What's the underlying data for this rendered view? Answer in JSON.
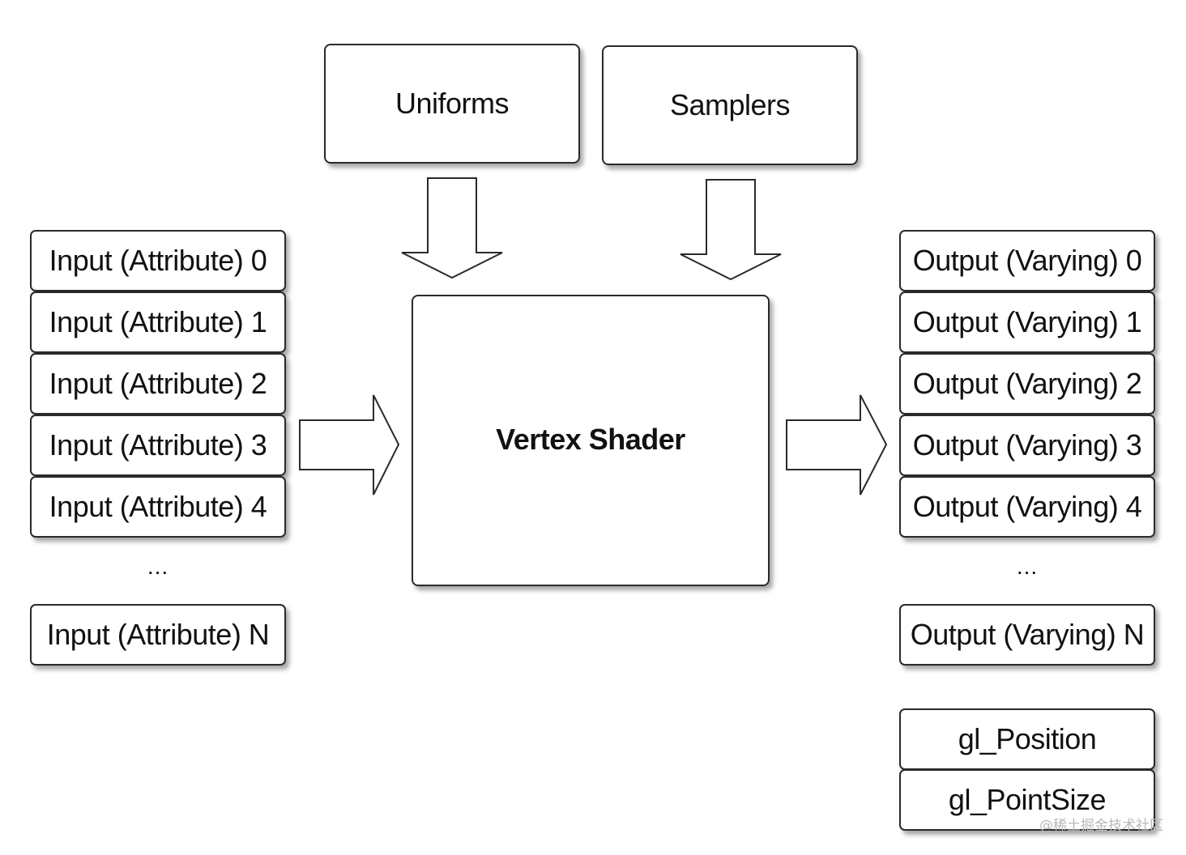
{
  "top_inputs": {
    "uniforms": "Uniforms",
    "samplers": "Samplers"
  },
  "shader": {
    "label": "Vertex Shader"
  },
  "inputs": {
    "items": [
      "Input (Attribute) 0",
      "Input (Attribute) 1",
      "Input (Attribute) 2",
      "Input (Attribute) 3",
      "Input (Attribute) 4"
    ],
    "ellipsis": "...",
    "last": "Input (Attribute) N"
  },
  "outputs": {
    "items": [
      "Output (Varying) 0",
      "Output (Varying) 1",
      "Output (Varying) 2",
      "Output (Varying) 3",
      "Output (Varying) 4"
    ],
    "ellipsis": "...",
    "last": "Output (Varying) N"
  },
  "builtins": {
    "position": "gl_Position",
    "point_size": "gl_PointSize"
  },
  "watermark": "@稀土掘金技术社区"
}
